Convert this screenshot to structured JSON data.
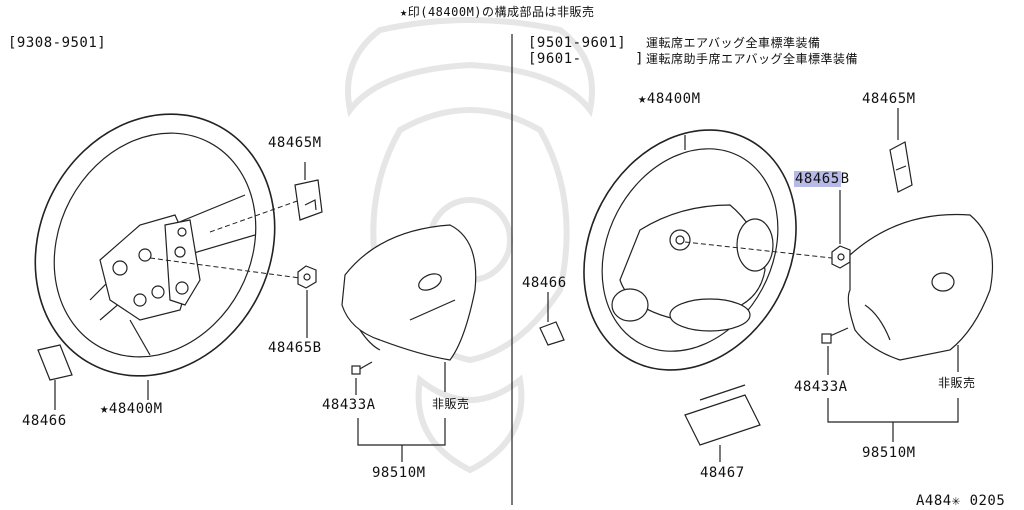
{
  "header": {
    "note": "★印(48400M)の構成部品は非販売"
  },
  "left_panel": {
    "period": "[9308-9501]",
    "parts": {
      "steering_wheel": "★48400M",
      "cover_top": "48465M",
      "nut": "48465B",
      "clip": "48466",
      "bolt": "48433A",
      "not_for_sale": "非販売",
      "airbag_module": "98510M"
    }
  },
  "right_panel": {
    "period_1": "[9501-9601]",
    "period_1_note": "運転席エアバッグ全車標準装備",
    "period_2": "[9601-      ]",
    "period_2_note": "運転席助手席エアバッグ全車標準装備",
    "parts": {
      "steering_wheel": "★48400M",
      "cover_top": "48465M",
      "nut_prefix": "48465",
      "nut_suffix": "B",
      "clip": "48466",
      "bolt": "48433A",
      "not_for_sale": "非販売",
      "airbag_module": "98510M",
      "lower_cover": "48467"
    }
  },
  "footer": {
    "diagram_code": "A484✳ 0205"
  },
  "colors": {
    "highlight": "#b7b9e6",
    "line": "#222222"
  }
}
